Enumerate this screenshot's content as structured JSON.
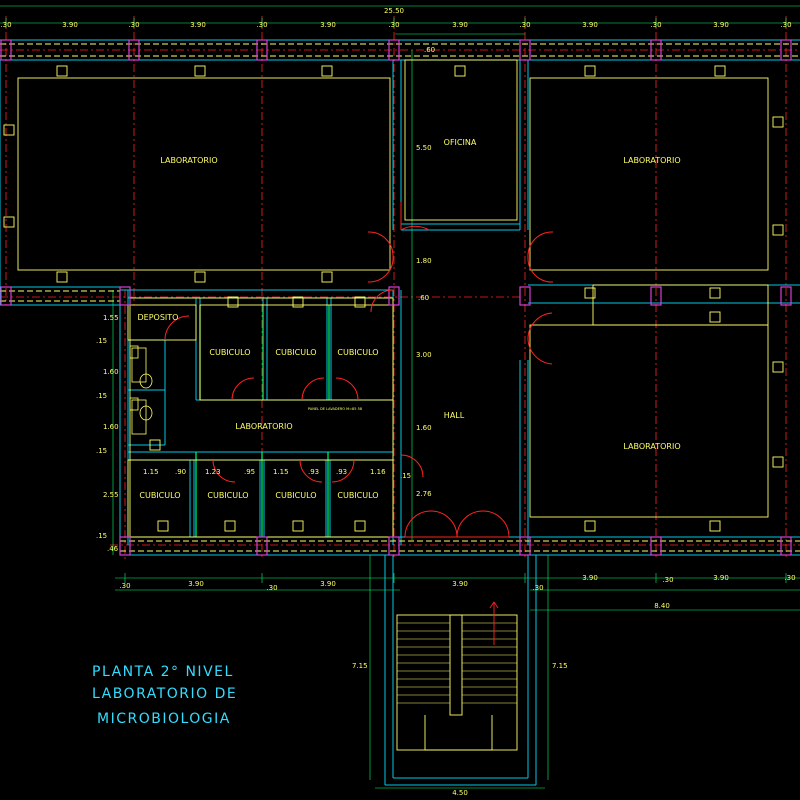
{
  "title": {
    "line1": "PLANTA 2° NIVEL",
    "line2": "LABORATORIO  DE",
    "line3": "MICROBIOLOGIA"
  },
  "rooms": {
    "lab_top_left": "LABORATORIO",
    "oficina": "OFICINA",
    "lab_top_right": "LABORATORIO",
    "deposito": "DEPOSITO",
    "cub_1": "CUBICULO",
    "cub_2": "CUBICULO",
    "cub_3": "CUBICULO",
    "lab_center": "LABORATORIO",
    "hall": "HALL",
    "lab_right": "LABORATORIO",
    "cub_4": "CUBICULO",
    "cub_5": "CUBICULO",
    "cub_6": "CUBICULO",
    "cub_7": "CUBICULO"
  },
  "notes": {
    "sink": "PANEL DE LAVADERO M=85 58"
  },
  "dims": {
    "total_width": "25.50",
    "top": [
      ".30",
      "3.90",
      ".30",
      "3.90",
      ".30",
      "3.90",
      ".30",
      "3.90",
      ".30",
      "3.90",
      ".30",
      "3.90",
      ".30"
    ],
    "hall_top": ".60",
    "oficina_h": "5.50",
    "hall_1": "1.80",
    "hall_2": ".60",
    "hall_3": "3.00",
    "hall_4": "1.60",
    "hall_5": "2.76",
    "hall_6": ".15",
    "left": [
      "1.55",
      ".15",
      "1.60",
      ".15",
      "1.60",
      ".15",
      "2.55",
      ".15",
      ".46"
    ],
    "cub_row": [
      "1.15",
      ".90",
      "1.23",
      ".95",
      "1.15",
      ".93",
      ".93",
      "1.16"
    ],
    "bottom": [
      ".30",
      "3.90",
      ".30",
      "3.90",
      "3.90",
      ".30",
      "3.90",
      ".30",
      "3.90",
      ".30"
    ],
    "right_total": "8.40",
    "stair_h_left": "7.15",
    "stair_h_right": "7.15",
    "stair_w": "4.50"
  },
  "colors": {
    "wall": "#00c8e6",
    "partition": "#ffff66",
    "dim": "#ffff66",
    "dim_line": "#00ff66",
    "axis": "#ff2222",
    "column": "#d640d6",
    "door": "#ff2222",
    "title": "#33ddff"
  }
}
